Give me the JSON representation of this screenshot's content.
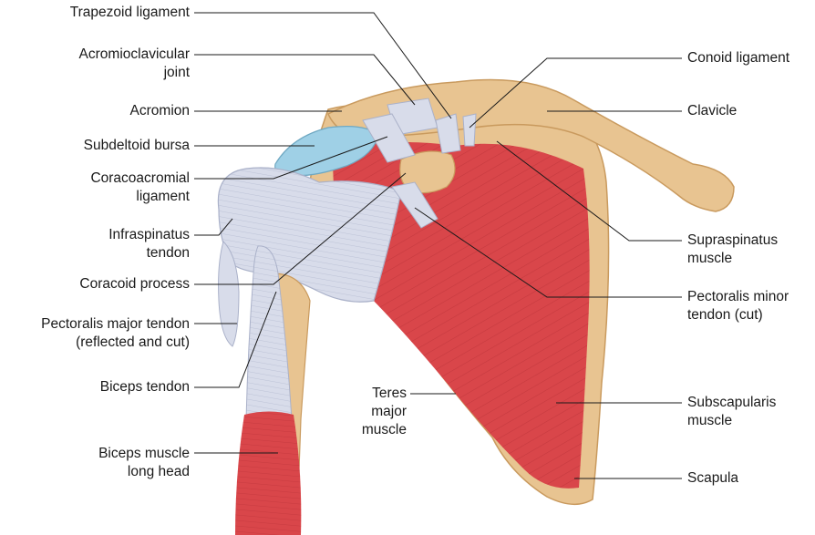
{
  "labels": {
    "trapezoid_ligament": "Trapezoid ligament",
    "acromioclavicular_joint": [
      "Acromioclavicular",
      "joint"
    ],
    "acromion": "Acromion",
    "subdeltoid_bursa": "Subdeltoid bursa",
    "coracoacromial_ligament": [
      "Coracoacromial",
      "ligament"
    ],
    "infraspinatus_tendon": [
      "Infraspinatus",
      "tendon"
    ],
    "coracoid_process": "Coracoid process",
    "pectoralis_major_tendon": [
      "Pectoralis major tendon",
      "(reflected and cut)"
    ],
    "biceps_tendon": "Biceps tendon",
    "biceps_muscle_long_head": [
      "Biceps muscle",
      "long head"
    ],
    "teres_major_muscle": [
      "Teres",
      "major",
      "muscle"
    ],
    "conoid_ligament": "Conoid ligament",
    "clavicle": "Clavicle",
    "supraspinatus_muscle": [
      "Supraspinatus",
      "muscle"
    ],
    "pectoralis_minor_tendon": [
      "Pectoralis minor",
      "tendon (cut)"
    ],
    "subscapularis_muscle": [
      "Subscapularis",
      "muscle"
    ],
    "scapula": "Scapula"
  },
  "colors": {
    "bone": "#e8c491",
    "bone_shade": "#c99a5e",
    "muscle": "#d9464a",
    "muscle_dark": "#b52f35",
    "tendon": "#d8dcea",
    "tendon_shade": "#aab1c9",
    "bursa": "#9fd0e6",
    "leader_line": "#1a1a1a"
  }
}
